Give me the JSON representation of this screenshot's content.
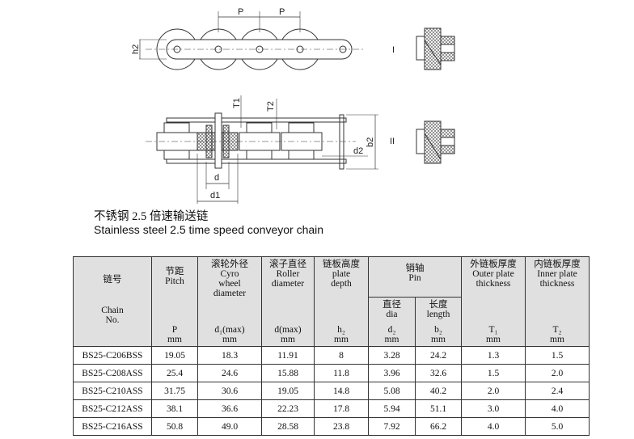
{
  "drawing": {
    "labels": {
      "p1": "P",
      "p2": "P",
      "h2": "h2",
      "T1": "T1",
      "T2": "T2",
      "b2": "b2",
      "d2": "d2",
      "d": "d",
      "d1": "d1",
      "view1": "I",
      "view2": "II"
    }
  },
  "caption": {
    "cn": "不锈钢 2.5 倍速输送链",
    "en": "Stainless steel 2.5 time speed conveyor chain"
  },
  "table": {
    "headers": {
      "chain_cn": "链号",
      "chain_en1": "Chain",
      "chain_en2": "No.",
      "pitch_cn": "节距",
      "pitch_en": "Pitch",
      "pitch_sym": "P",
      "pitch_unit": "mm",
      "cyro_cn": "滚轮外径",
      "cyro_en1": "Cyro",
      "cyro_en2": "wheel",
      "cyro_en3": "diameter",
      "cyro_sym": "d₁(max)",
      "cyro_unit": "mm",
      "roller_cn": "滚子直径",
      "roller_en1": "Roller",
      "roller_en2": "diameter",
      "roller_sym": "d(max)",
      "roller_unit": "mm",
      "plate_cn": "链板高度",
      "plate_en1": "plate",
      "plate_en2": "depth",
      "plate_sym": "h₂",
      "plate_unit": "mm",
      "pin_cn": "销轴",
      "pin_en": "Pin",
      "dia_cn": "直径",
      "dia_en": "dia",
      "dia_sym": "d₂",
      "dia_unit": "mm",
      "len_cn": "长度",
      "len_en": "length",
      "len_sym": "b₂",
      "len_unit": "mm",
      "outer_cn": "外链板厚度",
      "outer_en1": "Outer plate",
      "outer_en2": "thickness",
      "outer_sym": "T₁",
      "outer_unit": "mm",
      "inner_cn": "内链板厚度",
      "inner_en1": "Inner plate",
      "inner_en2": "thickness",
      "inner_sym": "T₂",
      "inner_unit": "mm"
    },
    "rows": [
      [
        "BS25-C206BSS",
        "19.05",
        "18.3",
        "11.91",
        "8",
        "3.28",
        "24.2",
        "1.3",
        "1.5"
      ],
      [
        "BS25-C208ASS",
        "25.4",
        "24.6",
        "15.88",
        "11.8",
        "3.96",
        "32.6",
        "1.5",
        "2.0"
      ],
      [
        "BS25-C210ASS",
        "31.75",
        "30.6",
        "19.05",
        "14.8",
        "5.08",
        "40.2",
        "2.0",
        "2.4"
      ],
      [
        "BS25-C212ASS",
        "38.1",
        "36.6",
        "22.23",
        "17.8",
        "5.94",
        "51.1",
        "3.0",
        "4.0"
      ],
      [
        "BS25-C216ASS",
        "50.8",
        "49.0",
        "28.58",
        "23.8",
        "7.92",
        "66.2",
        "4.0",
        "5.0"
      ]
    ]
  }
}
